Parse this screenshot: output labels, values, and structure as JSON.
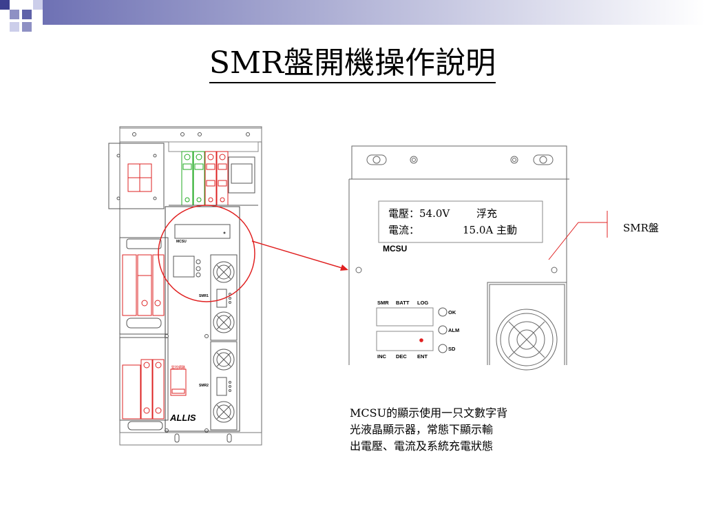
{
  "slide": {
    "title": "SMR盤開機操作說明",
    "caption_lines": [
      "MCSU的顯示使用一只文數字背",
      "光液晶顯示器，常態下顯示輸",
      "出電壓、電流及系統充電狀態"
    ],
    "accent_color": "#6e71b4"
  },
  "panel_overview": {
    "mcsu_label": "MCSU",
    "smr1_label": "SMR1",
    "smr2_label": "SMR2",
    "brand_logo": "ALLIS",
    "monitor_label": "監控網路"
  },
  "mcsu_detail": {
    "lcd_line1_label": "電壓：54.0V",
    "lcd_line1_status": "浮充",
    "lcd_line2_label": "電流：",
    "lcd_line2_value": "15.0A 主動",
    "module_label": "MCSU",
    "top_keys": [
      "SMR",
      "BATT",
      "LOG"
    ],
    "bottom_keys": [
      "INC",
      "DEC",
      "ENT"
    ],
    "indicators": [
      "OK",
      "ALM",
      "SD"
    ]
  },
  "callout": {
    "label": "SMR盤"
  },
  "colors": {
    "highlight_red": "#e02020",
    "breaker_green": "#22aa22",
    "breaker_red": "#dd2222"
  }
}
